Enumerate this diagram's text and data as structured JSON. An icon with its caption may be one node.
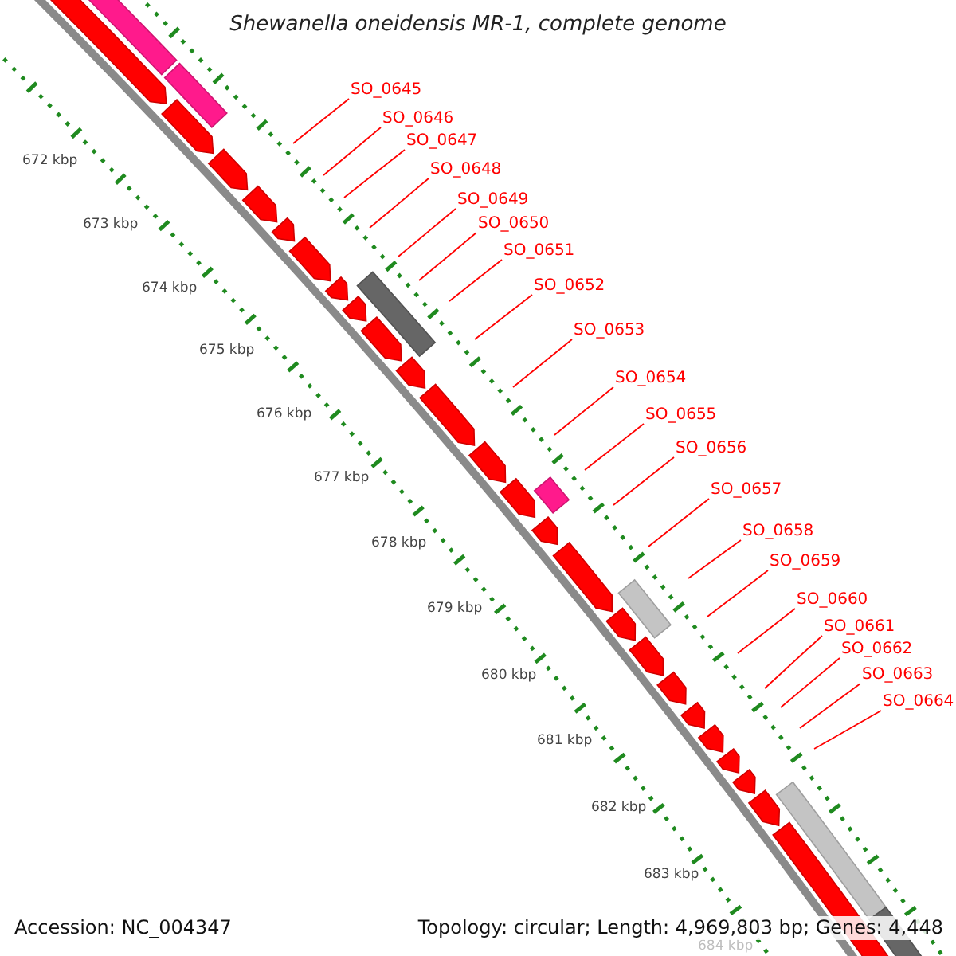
{
  "diagram": {
    "title": "Shewanella oneidensis MR-1, complete genome",
    "nodes": [
      {
        "text": [
          "SO_0645"
        ]
      },
      {
        "text": [
          "SO_0646"
        ]
      },
      {
        "text": [
          "SO_0647"
        ]
      },
      {
        "text": [
          "SO_0648"
        ]
      },
      {
        "text": [
          "SO_0649"
        ]
      },
      {
        "text": [
          "SO_0650"
        ]
      },
      {
        "text": [
          "SO_0651"
        ]
      },
      {
        "text": [
          "SO_0652"
        ]
      },
      {
        "text": [
          "SO_0653"
        ]
      },
      {
        "text": [
          "SO_0654"
        ]
      },
      {
        "text": [
          "SO_0655"
        ]
      },
      {
        "text": [
          "SO_0656"
        ]
      },
      {
        "text": [
          "SO_0657"
        ]
      },
      {
        "text": [
          "SO_0658"
        ]
      },
      {
        "text": [
          "SO_0659"
        ]
      },
      {
        "text": [
          "SO_0660"
        ]
      },
      {
        "text": [
          "SO_0661"
        ]
      },
      {
        "text": [
          "SO_0662"
        ]
      },
      {
        "text": [
          "SO_0663"
        ]
      },
      {
        "text": [
          "SO_0664"
        ]
      }
    ],
    "edges": [
      {
        "from": 0,
        "to": null,
        "arrow": "none"
      },
      {
        "from": 1,
        "to": null,
        "arrow": "none"
      },
      {
        "from": 2,
        "to": null,
        "arrow": "none"
      },
      {
        "from": 3,
        "to": null,
        "arrow": "none"
      },
      {
        "from": 4,
        "to": null,
        "arrow": "none"
      },
      {
        "from": 5,
        "to": null,
        "arrow": "none"
      },
      {
        "from": 6,
        "to": null,
        "arrow": "none"
      },
      {
        "from": 7,
        "to": null,
        "arrow": "none"
      },
      {
        "from": 8,
        "to": null,
        "arrow": "none"
      },
      {
        "from": 9,
        "to": null,
        "arrow": "none"
      },
      {
        "from": 10,
        "to": null,
        "arrow": "none"
      },
      {
        "from": 11,
        "to": null,
        "arrow": "none"
      },
      {
        "from": 12,
        "to": null,
        "arrow": "none"
      },
      {
        "from": 13,
        "to": null,
        "arrow": "none"
      },
      {
        "from": 14,
        "to": null,
        "arrow": "none"
      },
      {
        "from": 15,
        "to": null,
        "arrow": "none"
      },
      {
        "from": 16,
        "to": null,
        "arrow": "none"
      },
      {
        "from": 17,
        "to": null,
        "arrow": "none"
      },
      {
        "from": 18,
        "to": null,
        "arrow": "none"
      },
      {
        "from": 19,
        "to": null,
        "arrow": "none"
      }
    ],
    "labels": [
      "672 kbp",
      "673 kbp",
      "674 kbp",
      "675 kbp",
      "676 kbp",
      "677 kbp",
      "678 kbp",
      "679 kbp",
      "680 kbp",
      "681 kbp",
      "682 kbp",
      "683 kbp",
      "684 kbp",
      "Accession: NC_004347",
      "Topology: circular; Length: 4,969,803 bp; Genes: 4,448"
    ]
  }
}
